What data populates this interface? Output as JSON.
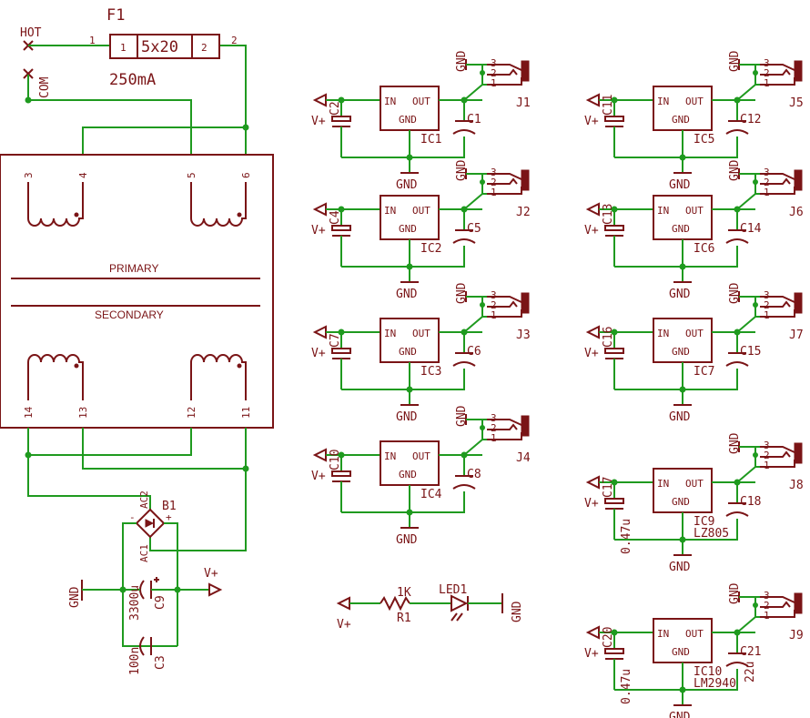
{
  "fuse": {
    "name": "F1",
    "body": "5x20",
    "rating": "250mA",
    "pin1": "1",
    "pin2": "2",
    "pin1_out": "1",
    "pin2_out": "2"
  },
  "mains": {
    "hot": "HOT",
    "com": "COM"
  },
  "transformer": {
    "primary": "PRIMARY",
    "secondary": "SECONDARY",
    "pins_top": [
      "3",
      "4",
      "5",
      "6"
    ],
    "pins_bottom": [
      "14",
      "13",
      "12",
      "11"
    ]
  },
  "bridge": {
    "name": "B1",
    "ac1": "AC1",
    "ac2": "AC2",
    "plus": "+",
    "minus": "-"
  },
  "power": {
    "vplus": "V+",
    "gnd": "GND"
  },
  "caps": {
    "c9_name": "C9",
    "c9_val": "3300u",
    "c3_name": "C3",
    "c3_val": "100n"
  },
  "led_circuit": {
    "r_name": "R1",
    "r_val": "1K",
    "led": "LED1",
    "vplus": "V+",
    "gnd": "GND"
  },
  "regulator_pins": {
    "in": "IN",
    "out": "OUT",
    "gnd": "GND"
  },
  "jack_pins": [
    "3",
    "2",
    "1"
  ],
  "channels": [
    {
      "ic": "IC1",
      "cin": "C2",
      "cout": "C1",
      "jack": "J1"
    },
    {
      "ic": "IC2",
      "cin": "C4",
      "cout": "C5",
      "jack": "J2"
    },
    {
      "ic": "IC3",
      "cin": "C7",
      "cout": "C6",
      "jack": "J3"
    },
    {
      "ic": "IC4",
      "cin": "C10",
      "cout": "C8",
      "jack": "J4"
    },
    {
      "ic": "IC5",
      "cin": "C11",
      "cout": "C12",
      "jack": "J5"
    },
    {
      "ic": "IC6",
      "cin": "C13",
      "cout": "C14",
      "jack": "J6"
    },
    {
      "ic": "IC7",
      "cin": "C16",
      "cout": "C15",
      "jack": "J7"
    },
    {
      "ic": "IC9",
      "cin": "C17",
      "cout": "C18",
      "jack": "J8",
      "cin_val": "0.47u",
      "ic_val": "LZ805"
    },
    {
      "ic": "IC10",
      "cin": "C20",
      "cout": "C21",
      "jack": "J9",
      "cin_val": "0.47u",
      "ic_val": "LM2940",
      "cout_val": "22u"
    }
  ]
}
